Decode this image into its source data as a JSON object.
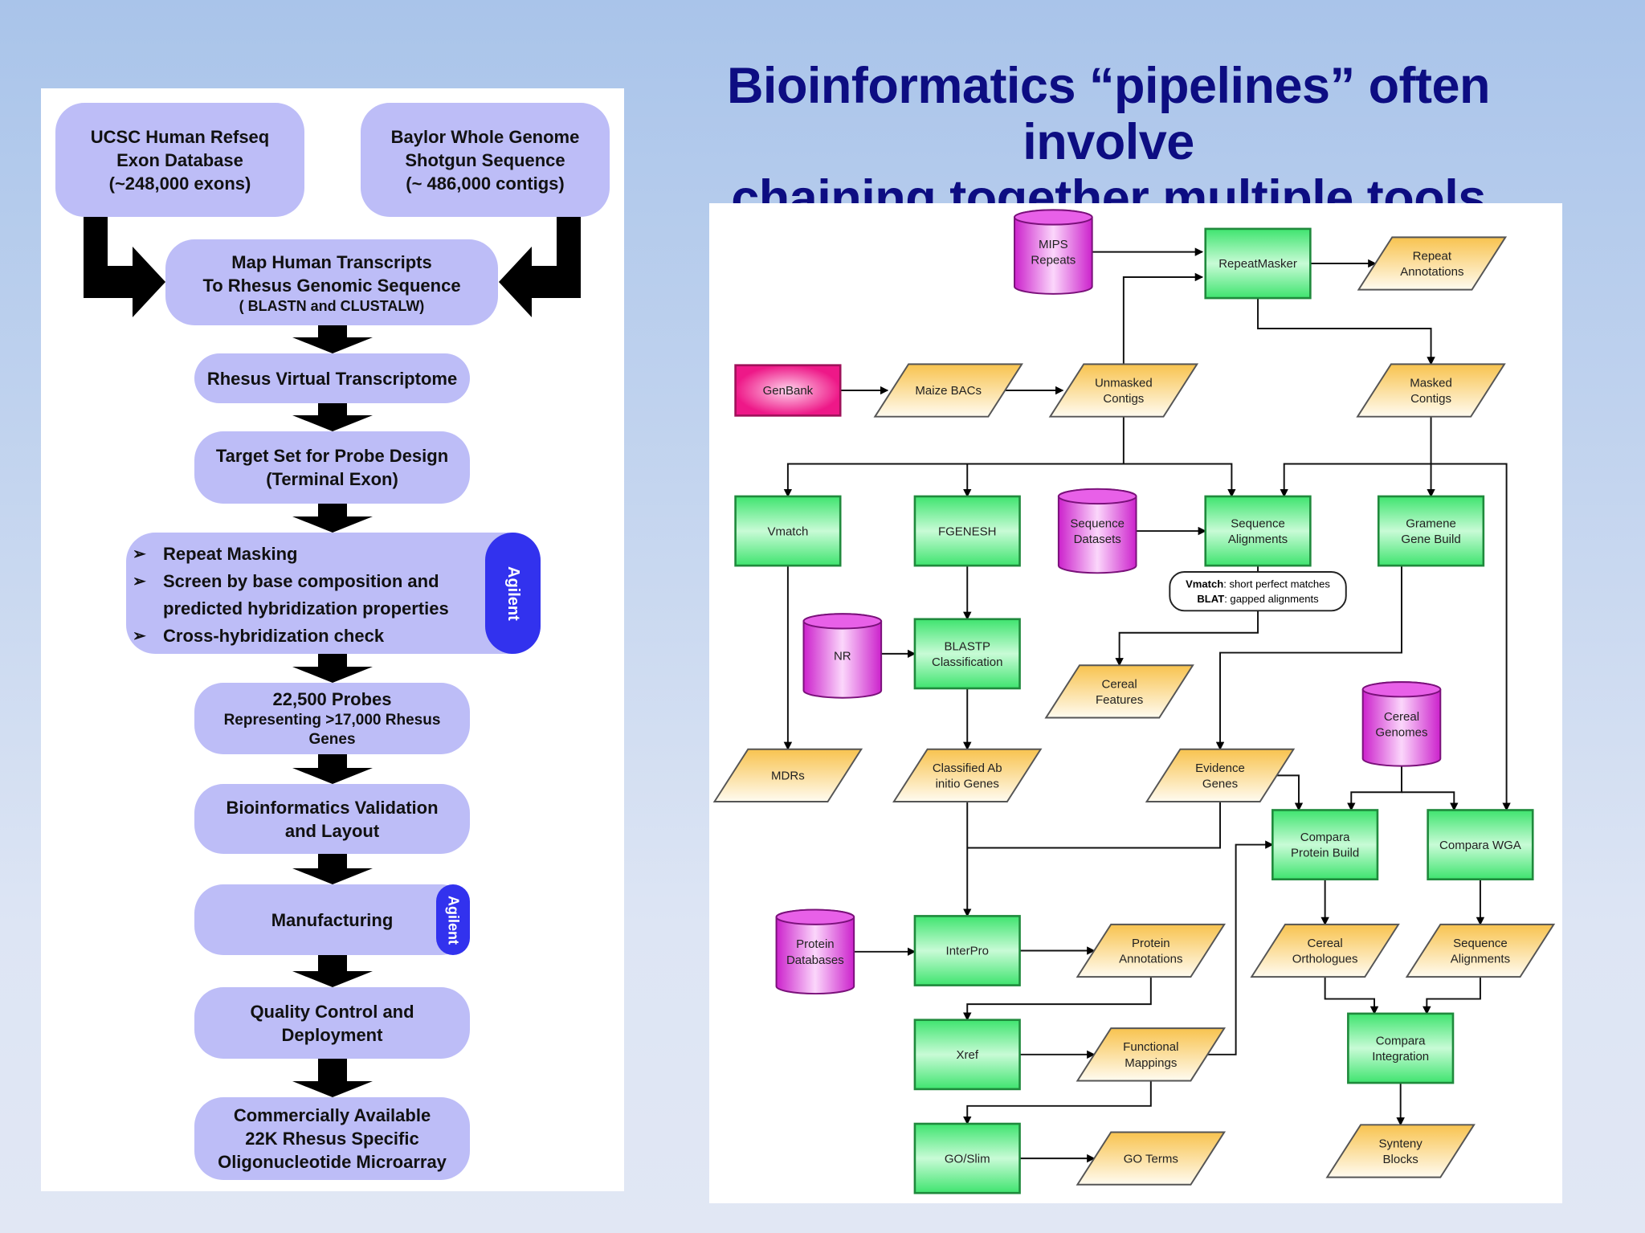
{
  "title": {
    "line1": "Bioinformatics “pipelines” often involve",
    "line2": "chaining together multiple tools"
  },
  "colors": {
    "title": "#0d0d82",
    "left_box": "#bdbdf7",
    "agilent_badge": "#3232ee",
    "tool_node": "#4ee87a",
    "data_node": "#fbd57a",
    "database_node": "#e040e0",
    "source_node": "#f0208c"
  },
  "left_flow": {
    "ucsc": [
      "UCSC Human Refseq",
      "Exon Database",
      "(~248,000 exons)"
    ],
    "baylor": [
      "Baylor Whole Genome",
      "Shotgun Sequence",
      "(~ 486,000 contigs)"
    ],
    "map": [
      "Map Human Transcripts",
      "To Rhesus Genomic Sequence",
      "( BLASTN and CLUSTALW)"
    ],
    "rvt": "Rhesus Virtual Transcriptome",
    "target": [
      "Target Set for Probe Design",
      "(Terminal Exon)"
    ],
    "bullets": [
      "Repeat Masking",
      "Screen by base composition and",
      "predicted hybridization properties",
      "Cross-hybridization check"
    ],
    "bullet_marker": "➢",
    "agilent_label": "Agilent",
    "probes": [
      "22,500 Probes",
      "Representing >17,000 Rhesus",
      "Genes"
    ],
    "validation": [
      "Bioinformatics Validation",
      "and Layout"
    ],
    "manufacturing": "Manufacturing",
    "qc": [
      "Quality Control and",
      "Deployment"
    ],
    "final": [
      "Commercially Available",
      "22K Rhesus Specific",
      "Oligonucleotide Microarray"
    ]
  },
  "pipeline": {
    "nodes": [
      {
        "id": "mips",
        "type": "database",
        "lines": [
          "MIPS",
          "Repeats"
        ]
      },
      {
        "id": "repeatmasker",
        "type": "tool",
        "lines": [
          "RepeatMasker"
        ]
      },
      {
        "id": "repeat_ann",
        "type": "data",
        "lines": [
          "Repeat",
          "Annotations"
        ]
      },
      {
        "id": "genbank",
        "type": "source",
        "lines": [
          "GenBank"
        ]
      },
      {
        "id": "maize_bacs",
        "type": "data",
        "lines": [
          "Maize BACs"
        ]
      },
      {
        "id": "unmasked",
        "type": "data",
        "lines": [
          "Unmasked",
          "Contigs"
        ]
      },
      {
        "id": "masked",
        "type": "data",
        "lines": [
          "Masked",
          "Contigs"
        ]
      },
      {
        "id": "vmatch",
        "type": "tool",
        "lines": [
          "Vmatch"
        ]
      },
      {
        "id": "fgenesh",
        "type": "tool",
        "lines": [
          "FGENESH"
        ]
      },
      {
        "id": "seq_datasets",
        "type": "database",
        "lines": [
          "Sequence",
          "Datasets"
        ]
      },
      {
        "id": "seq_align",
        "type": "tool",
        "lines": [
          "Sequence",
          "Alignments"
        ]
      },
      {
        "id": "gramene",
        "type": "tool",
        "lines": [
          "Gramene",
          "Gene Build"
        ]
      },
      {
        "id": "nr",
        "type": "database",
        "lines": [
          "NR"
        ]
      },
      {
        "id": "blastp",
        "type": "tool",
        "lines": [
          "BLASTP",
          "Classification"
        ]
      },
      {
        "id": "cereal_features",
        "type": "data",
        "lines": [
          "Cereal",
          "Features"
        ]
      },
      {
        "id": "cereal_genomes",
        "type": "database",
        "lines": [
          "Cereal",
          "Genomes"
        ]
      },
      {
        "id": "mdrs",
        "type": "data",
        "lines": [
          "MDRs"
        ]
      },
      {
        "id": "classified",
        "type": "data",
        "lines": [
          "Classified Ab",
          "initio Genes"
        ]
      },
      {
        "id": "evidence",
        "type": "data",
        "lines": [
          "Evidence",
          "Genes"
        ]
      },
      {
        "id": "compara_protein",
        "type": "tool",
        "lines": [
          "Compara",
          "Protein Build"
        ]
      },
      {
        "id": "compara_wga",
        "type": "tool",
        "lines": [
          "Compara WGA"
        ]
      },
      {
        "id": "protein_db",
        "type": "database",
        "lines": [
          "Protein",
          "Databases"
        ]
      },
      {
        "id": "interpro",
        "type": "tool",
        "lines": [
          "InterPro"
        ]
      },
      {
        "id": "protein_ann",
        "type": "data",
        "lines": [
          "Protein",
          "Annotations"
        ]
      },
      {
        "id": "cereal_orth",
        "type": "data",
        "lines": [
          "Cereal",
          "Orthologues"
        ]
      },
      {
        "id": "seq_align2",
        "type": "data",
        "lines": [
          "Sequence",
          "Alignments"
        ]
      },
      {
        "id": "xref",
        "type": "tool",
        "lines": [
          "Xref"
        ]
      },
      {
        "id": "functional",
        "type": "data",
        "lines": [
          "Functional",
          "Mappings"
        ]
      },
      {
        "id": "compara_int",
        "type": "tool",
        "lines": [
          "Compara",
          "Integration"
        ]
      },
      {
        "id": "goslim",
        "type": "tool",
        "lines": [
          "GO/Slim"
        ]
      },
      {
        "id": "goterms",
        "type": "data",
        "lines": [
          "GO Terms"
        ]
      },
      {
        "id": "synteny",
        "type": "data",
        "lines": [
          "Synteny",
          "Blocks"
        ]
      }
    ],
    "note": {
      "line1_bold": "Vmatch",
      "line1_rest": ": short perfect matches",
      "line2_bold": "BLAT",
      "line2_rest": ": gapped alignments"
    }
  }
}
